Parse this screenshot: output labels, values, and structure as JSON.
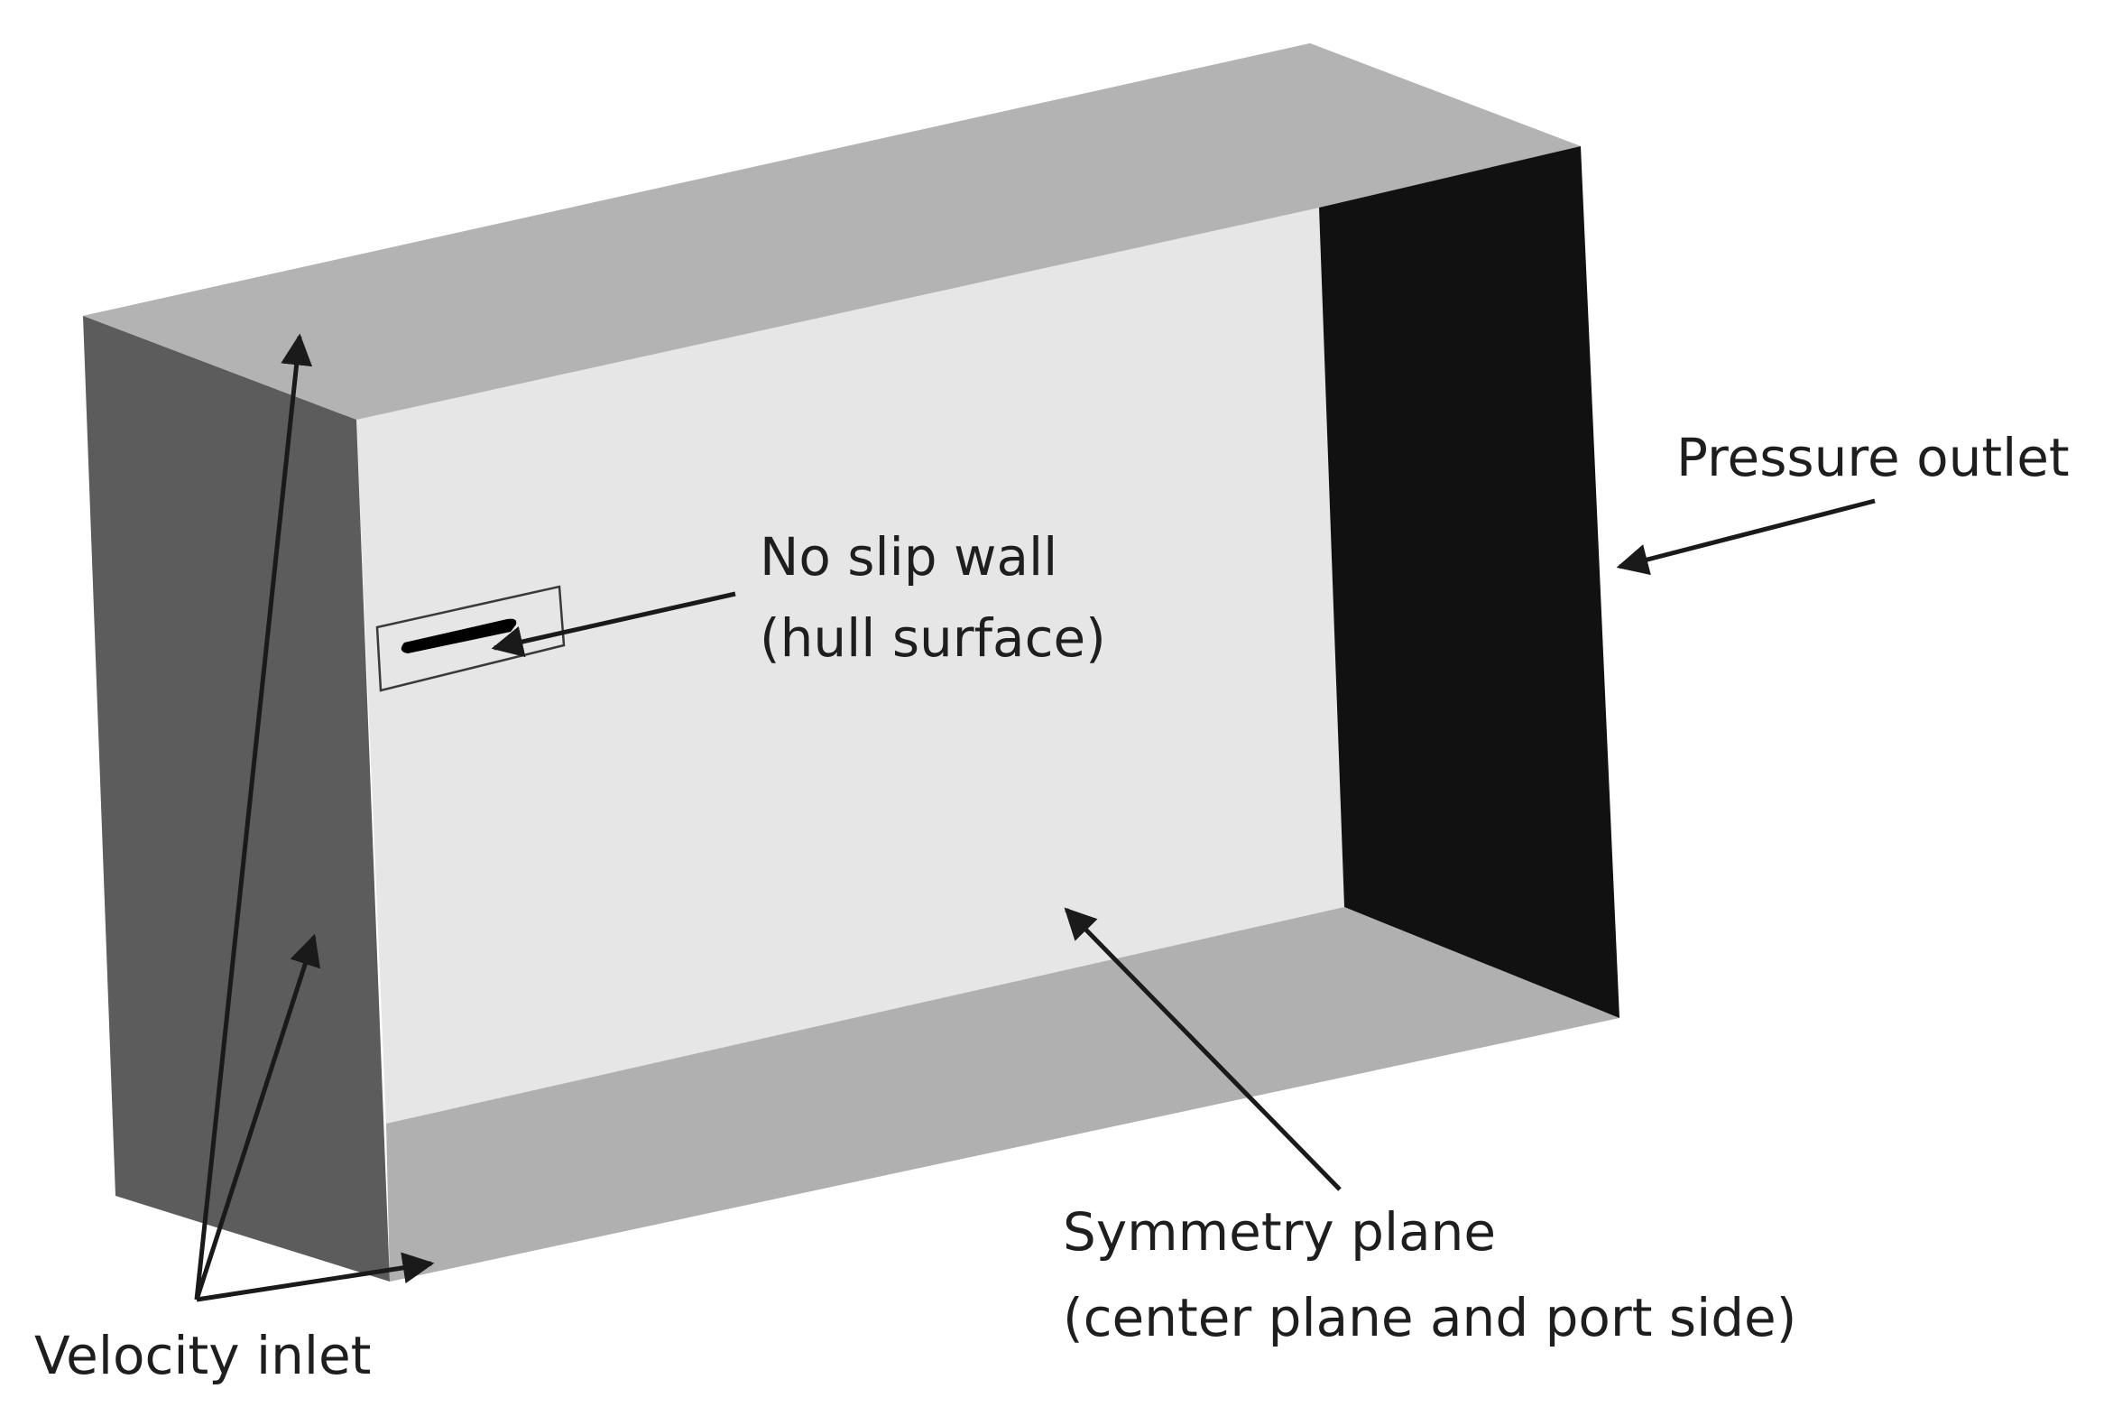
{
  "labels": {
    "pressure_outlet": "Pressure outlet",
    "no_slip_wall_line1": "No slip wall",
    "no_slip_wall_line2": "(hull surface)",
    "symmetry_plane_line1": "Symmetry plane",
    "symmetry_plane_line2": "(center plane and port side)",
    "velocity_inlet": "Velocity inlet"
  },
  "colors": {
    "top_face": "#b3b3b3",
    "bottom_face": "#b0b0b0",
    "inlet_face": "#5c5c5c",
    "back_plane": "#e6e6e6",
    "outlet_face": "#111111",
    "hull": "#000000",
    "arrow": "#1a1a1a"
  }
}
